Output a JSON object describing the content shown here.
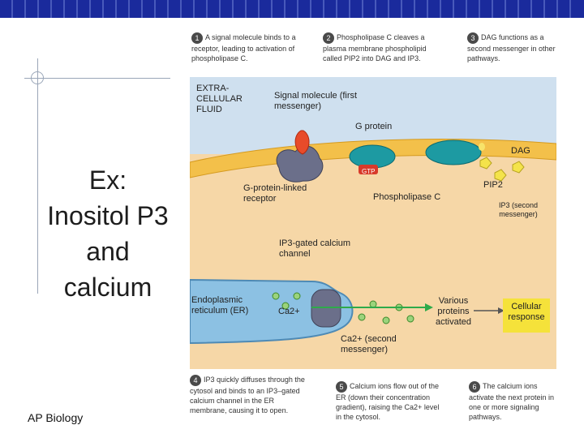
{
  "slide": {
    "title_lines": [
      "Ex:",
      "Inositol P3",
      "and",
      "calcium"
    ],
    "footer": "AP Biology"
  },
  "steps": [
    {
      "num": "1",
      "text": "A signal molecule binds to a receptor, leading to activation of phospholipase C."
    },
    {
      "num": "2",
      "text": "Phospholipase C cleaves a plasma membrane phospholipid called PIP2 into DAG and IP3."
    },
    {
      "num": "3",
      "text": "DAG functions as a second messenger in other pathways."
    },
    {
      "num": "4",
      "text": "IP3 quickly diffuses through the cytosol and binds to an IP3–gated calcium channel in the ER membrane, causing it to open."
    },
    {
      "num": "5",
      "text": "Calcium ions flow out of the ER (down their concentration gradient), raising the Ca2+ level in the cytosol."
    },
    {
      "num": "6",
      "text": "The calcium ions activate the next protein in one or more signaling pathways."
    }
  ],
  "diagram": {
    "extracellular": "EXTRA-CELLULAR FLUID",
    "signal": "Signal molecule (first messenger)",
    "g_protein": "G protein",
    "gtp": "GTP",
    "dag": "DAG",
    "pip2": "PIP2",
    "receptor": "G-protein-linked receptor",
    "plc": "Phospholipase C",
    "ip3": "IP3 (second messenger)",
    "channel": "IP3-gated calcium channel",
    "er": "Endoplasmic reticulum (ER)",
    "ca_er": "Ca2+",
    "ca_cyto": "Ca2+ (second messenger)",
    "proteins": "Various proteins activated",
    "response": "Cellular response"
  },
  "colors": {
    "topbar": "#1a2a9c",
    "cytosol": "#f6d7a7",
    "extracellular": "#cfe0ef",
    "membrane": "#f3c04a",
    "er": "#8cc1e3",
    "response": "#f5e23a",
    "arrow": "#2eaa4a"
  }
}
